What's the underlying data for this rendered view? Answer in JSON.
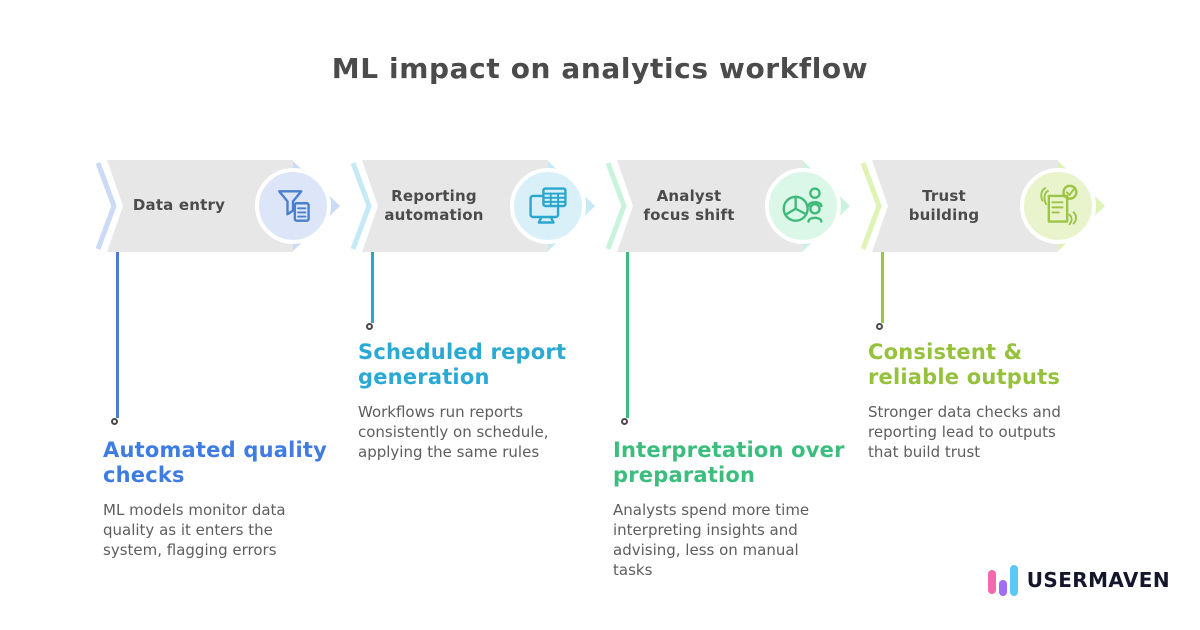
{
  "title": "ML impact on analytics workflow",
  "steps": [
    {
      "label": "Data entry",
      "icon": "funnel-filter-document-icon",
      "accent": "#4a7fd0",
      "tint": "#cbdaf6",
      "circle_fill": "#dde6f9",
      "callout": {
        "title": "Automated quality\nchecks",
        "title_color": "#3f7ce2",
        "body": "ML models monitor data\nquality as it enters the\nsystem, flagging errors"
      }
    },
    {
      "label": "Reporting\nautomation",
      "icon": "monitor-spreadsheet-icon",
      "accent": "#2ba7cd",
      "tint": "#c5eaf6",
      "circle_fill": "#d9f0f9",
      "callout": {
        "title": "Scheduled report\ngeneration",
        "title_color": "#29a9d4",
        "body": "Workflows run reports\nconsistently on schedule,\napplying the same rules"
      }
    },
    {
      "label": "Analyst\nfocus shift",
      "icon": "pie-chart-people-icon",
      "accent": "#3fba7b",
      "tint": "#c9f3dc",
      "circle_fill": "#dbf7e8",
      "callout": {
        "title": "Interpretation over\npreparation",
        "title_color": "#3cbd7e",
        "body": "Analysts spend more time\ninterpreting insights and\nadvising, less on manual\ntasks"
      }
    },
    {
      "label": "Trust\nbuilding",
      "icon": "hands-checklist-icon",
      "accent": "#9cc447",
      "tint": "#def3b4",
      "circle_fill": "#e9f4cd",
      "callout": {
        "title": "Consistent &\nreliable outputs",
        "title_color": "#95c13d",
        "body": "Stronger data checks and\nreporting lead to outputs\nthat build trust"
      }
    }
  ],
  "logo": {
    "text": "USERMAVEN",
    "bar_colors": [
      "#f468b0",
      "#a06ef6",
      "#5ec8f5"
    ]
  }
}
